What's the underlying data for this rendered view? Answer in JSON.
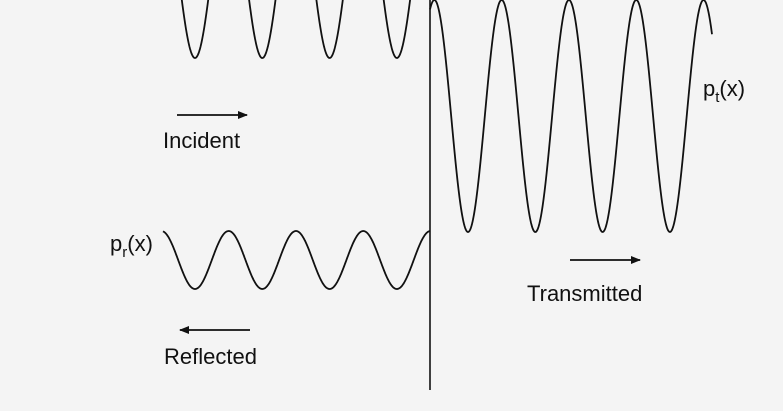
{
  "labels": {
    "incident": "Incident",
    "reflected": "Reflected",
    "transmitted": "Transmitted",
    "pt_main": "p",
    "pt_sub": "t",
    "pt_arg": "(x)",
    "pr_main": "p",
    "pr_sub": "r",
    "pr_arg": "(x)"
  },
  "colors": {
    "line": "#111111",
    "background": "#f4f4f4"
  }
}
